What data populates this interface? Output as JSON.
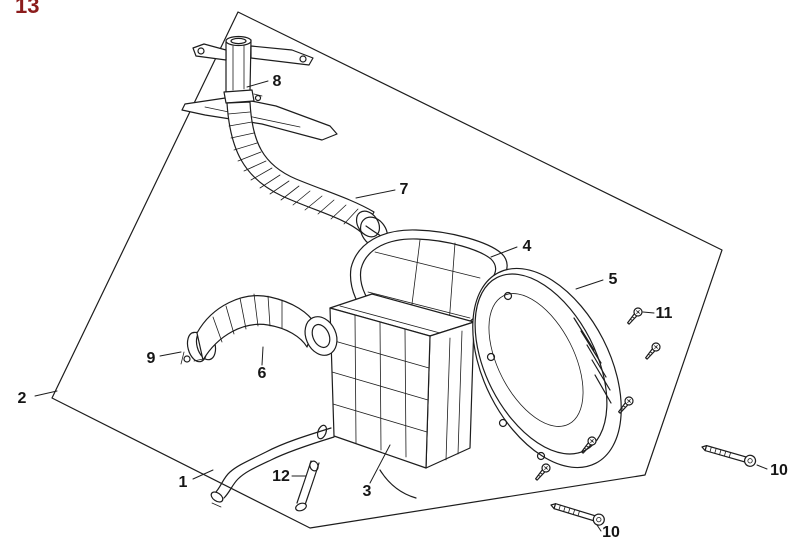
{
  "figure": {
    "label": "13"
  },
  "callouts": {
    "part1": "1",
    "part2": "2",
    "part3": "3",
    "part4": "4",
    "part5": "5",
    "part6": "6",
    "part7": "7",
    "part8": "8",
    "part9": "9",
    "part10_right": "10",
    "part10_bottom": "10",
    "part11": "11",
    "part12": "12"
  },
  "colors": {
    "line": "#1d1d1d",
    "figure_label": "#8b1c1c",
    "background": "#ffffff"
  }
}
